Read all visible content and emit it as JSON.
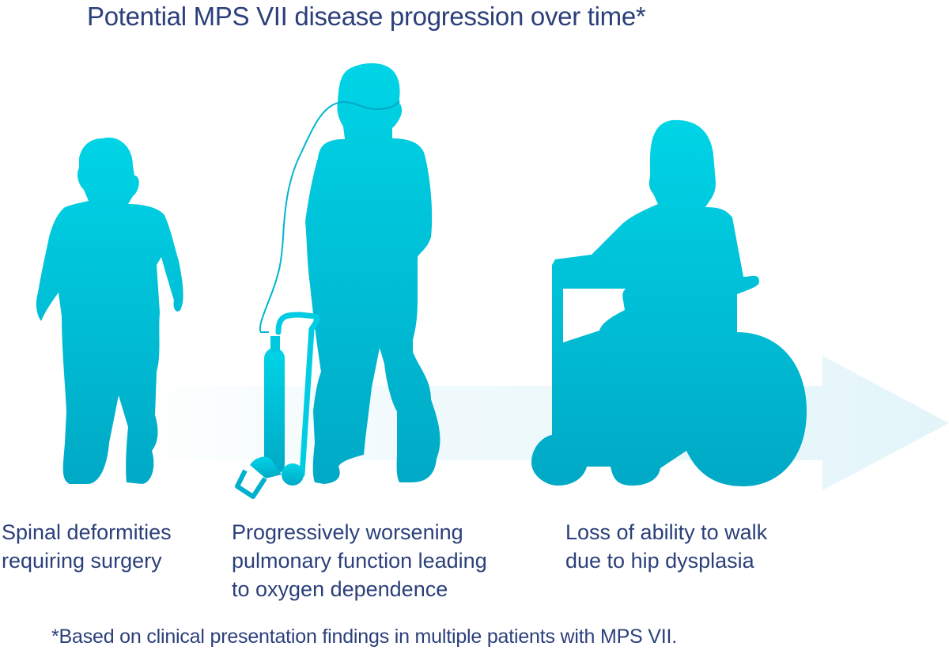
{
  "title": "Potential MPS VII disease progression over time*",
  "stages": [
    {
      "figure": "standing child silhouette",
      "caption_lines": [
        "Spinal deformities",
        "requiring surgery"
      ]
    },
    {
      "figure": "child with oxygen tank silhouette",
      "caption_lines": [
        "Progressively worsening",
        "pulmonary function leading",
        "to oxygen dependence"
      ]
    },
    {
      "figure": "child in wheelchair silhouette",
      "caption_lines": [
        "Loss of ability to walk",
        "due to hip dysplasia"
      ]
    }
  ],
  "footnote": "*Based on clinical presentation findings in multiple patients with MPS VII.",
  "colors": {
    "text": "#2b3f7a",
    "figure_top": "#00d3e6",
    "figure_bottom": "#00a8c6",
    "arrow": "#e6f6f9"
  }
}
